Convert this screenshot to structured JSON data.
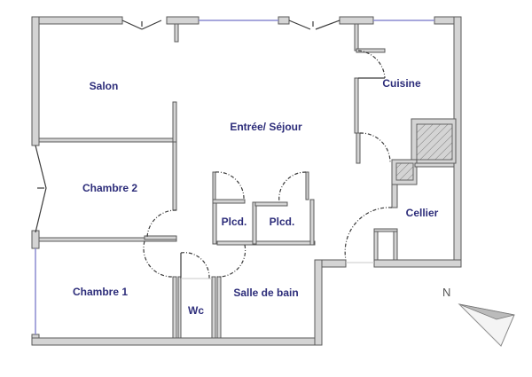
{
  "rooms": {
    "salon": "Salon",
    "entree_sejour": "Entrée/ Séjour",
    "cuisine": "Cuisine",
    "chambre2": "Chambre 2",
    "chambre1": "Chambre 1",
    "plcd1": "Plcd.",
    "plcd2": "Plcd.",
    "cellier": "Cellier",
    "wc": "Wc",
    "salle_de_bain": "Salle de bain"
  },
  "compass": {
    "north_label": "N"
  },
  "colors": {
    "wall_fill": "#d4d4d4",
    "wall_stroke": "#5a5a5a",
    "label": "#2d2d7a",
    "window": "#8a8ad0"
  }
}
